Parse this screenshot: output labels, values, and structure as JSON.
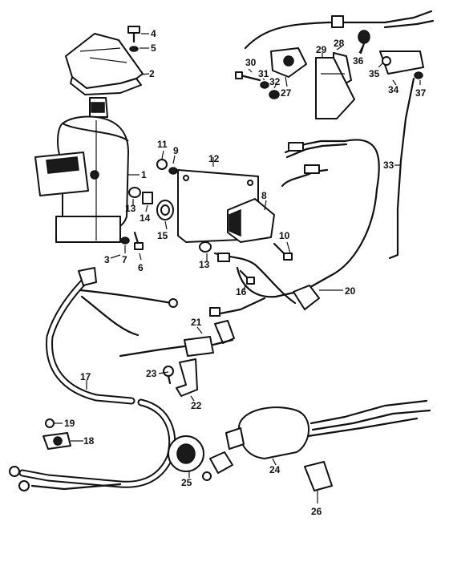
{
  "callouts": [
    {
      "id": "c1",
      "text": "1"
    },
    {
      "id": "c2",
      "text": "2"
    },
    {
      "id": "c3",
      "text": "3"
    },
    {
      "id": "c4",
      "text": "4"
    },
    {
      "id": "c5",
      "text": "5"
    },
    {
      "id": "c6",
      "text": "6"
    },
    {
      "id": "c7",
      "text": "7"
    },
    {
      "id": "c8",
      "text": "8"
    },
    {
      "id": "c9",
      "text": "9"
    },
    {
      "id": "c10",
      "text": "10"
    },
    {
      "id": "c11",
      "text": "11"
    },
    {
      "id": "c12",
      "text": "12"
    },
    {
      "id": "c13a",
      "text": "13"
    },
    {
      "id": "c13b",
      "text": "13"
    },
    {
      "id": "c14",
      "text": "14"
    },
    {
      "id": "c15",
      "text": "15"
    },
    {
      "id": "c16",
      "text": "16"
    },
    {
      "id": "c17",
      "text": "17"
    },
    {
      "id": "c18",
      "text": "18"
    },
    {
      "id": "c19",
      "text": "19"
    },
    {
      "id": "c20",
      "text": "20"
    },
    {
      "id": "c21",
      "text": "21"
    },
    {
      "id": "c22",
      "text": "22"
    },
    {
      "id": "c23",
      "text": "23"
    },
    {
      "id": "c24",
      "text": "24"
    },
    {
      "id": "c25",
      "text": "25"
    },
    {
      "id": "c26",
      "text": "26"
    },
    {
      "id": "c27",
      "text": "27"
    },
    {
      "id": "c28",
      "text": "28"
    },
    {
      "id": "c29",
      "text": "29"
    },
    {
      "id": "c30",
      "text": "30"
    },
    {
      "id": "c31",
      "text": "31"
    },
    {
      "id": "c32",
      "text": "32"
    },
    {
      "id": "c33",
      "text": "33"
    },
    {
      "id": "c34",
      "text": "34"
    },
    {
      "id": "c35",
      "text": "35"
    },
    {
      "id": "c36",
      "text": "36"
    },
    {
      "id": "c37",
      "text": "37"
    }
  ]
}
